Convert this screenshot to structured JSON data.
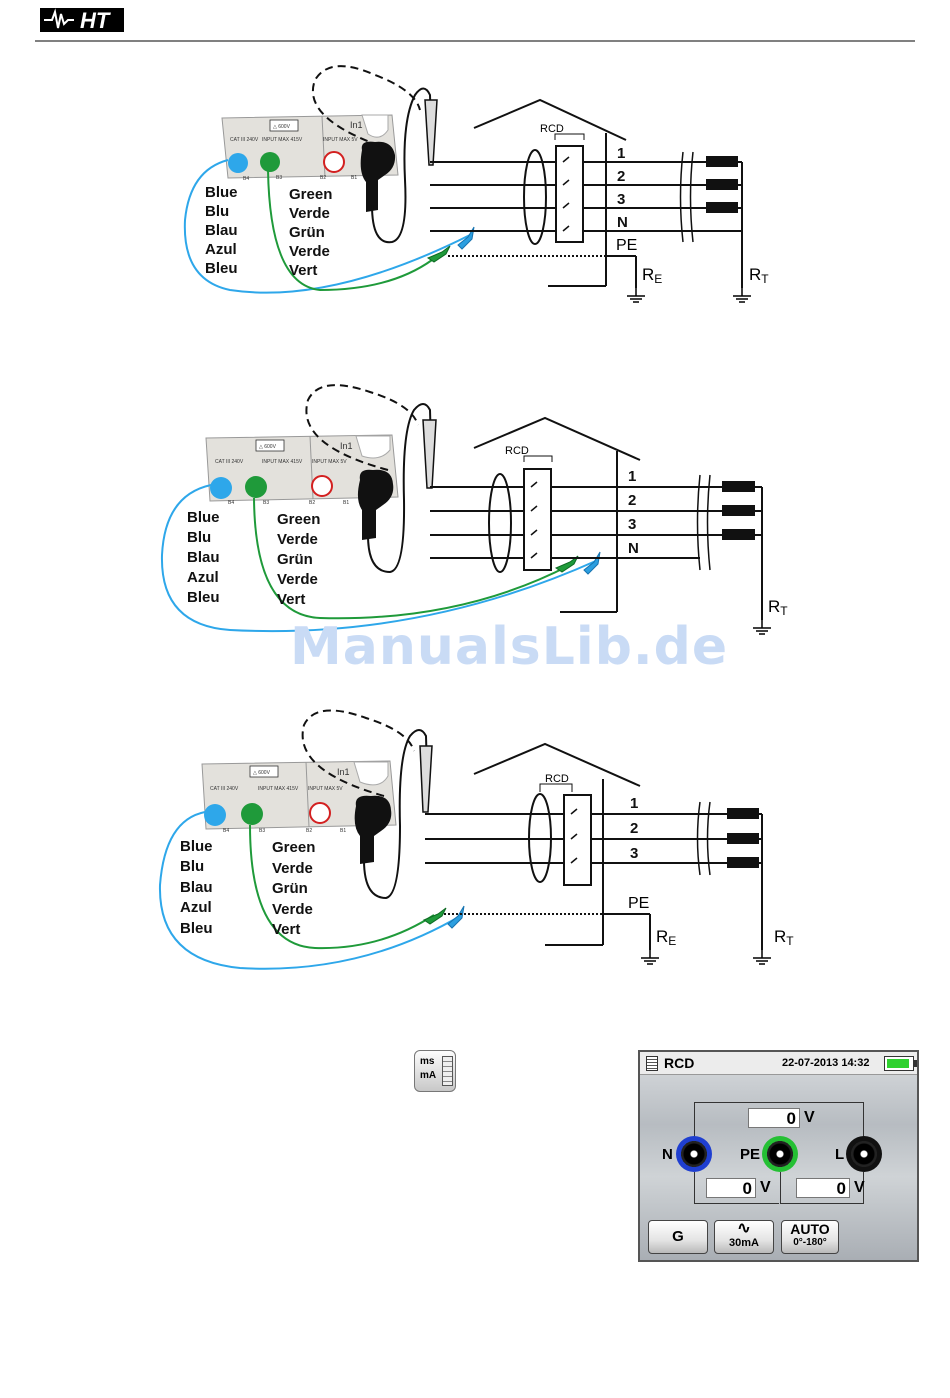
{
  "header": {
    "logo_text": "HT"
  },
  "wire_labels": {
    "blue": [
      "Blue",
      "Blu",
      "Blau",
      "Azul",
      "Bleu"
    ],
    "green": [
      "Green",
      "Verde",
      "Grün",
      "Verde",
      "Vert"
    ]
  },
  "instrument": {
    "warning": "CAT III 240V",
    "input_max": "INPUT MAX 415V",
    "in1": "In1",
    "terminals": [
      "B4",
      "B3",
      "B2",
      "B1"
    ]
  },
  "diagrams": [
    {
      "rcd": "RCD",
      "lines": [
        "1",
        "2",
        "3",
        "N"
      ],
      "pe": "PE",
      "re": "R",
      "re_sub": "E",
      "rt": "R",
      "rt_sub": "T"
    },
    {
      "rcd": "RCD",
      "lines": [
        "1",
        "2",
        "3",
        "N"
      ],
      "rt": "R",
      "rt_sub": "T"
    },
    {
      "rcd": "RCD",
      "lines": [
        "1",
        "2",
        "3"
      ],
      "pe": "PE",
      "re": "R",
      "re_sub": "E",
      "rt": "R",
      "rt_sub": "T"
    }
  ],
  "watermark": "ManualsLib.de",
  "key_icon": {
    "top": "ms",
    "bottom": "mA"
  },
  "screen": {
    "title": "RCD",
    "datetime": "22-07-2013 14:32",
    "v_top": "0",
    "v_left": "0",
    "v_right": "0",
    "unit": "V",
    "terminal_n": "N",
    "terminal_pe": "PE",
    "terminal_l": "L",
    "btn_g": "G",
    "btn_current": "30mA",
    "btn_auto_1": "AUTO",
    "btn_auto_2": "0°-180°",
    "battery_color": "#2fd12f"
  }
}
